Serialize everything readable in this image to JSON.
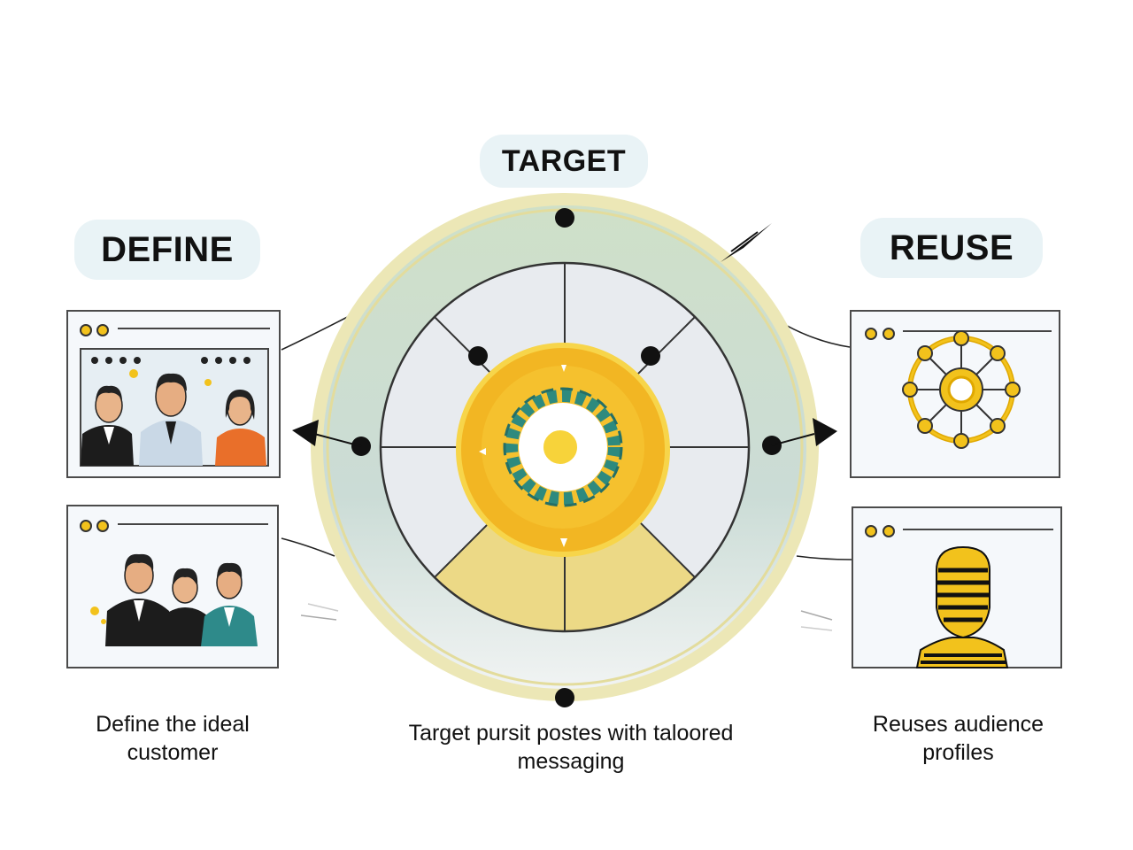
{
  "stages": {
    "target": {
      "title": "TARGET",
      "caption": "Target pursit postes with taloored messaging"
    },
    "define": {
      "title": "DEFINE",
      "caption": "Define the ideal customer"
    },
    "reuse": {
      "title": "REUSE",
      "caption": "Reuses audience profiles"
    }
  },
  "colors": {
    "pill_bg": "#e9f3f6",
    "outer_ring": "#ece7b6",
    "ring_green": "#c8dcc4",
    "segment_light": "#e8ebef",
    "segment_yellow": "#ecd986",
    "hub_orange": "#f2b623",
    "hub_yellow": "#f5c12e",
    "gear_teal": "#2e8a7e",
    "icon_gold": "#f2c21c"
  },
  "icons": [
    "windows-dot-icon",
    "gear-icon",
    "network-wheel-icon",
    "person-silhouette-icon",
    "arrow-icon"
  ]
}
